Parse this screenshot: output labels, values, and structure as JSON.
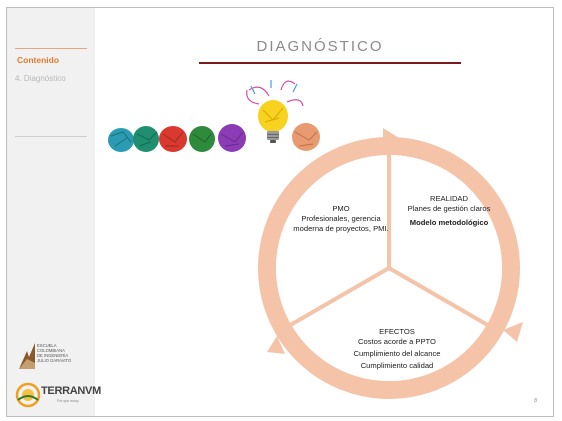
{
  "sidebar": {
    "section_title": "Contenido",
    "item": "4. Diagnóstico",
    "logo_ecij": [
      "ESCUELA",
      "COLOMBIANA",
      "DE INGENIERÍA",
      "JULIO GARAVITO"
    ],
    "logo_terranvm": "TERRANVM",
    "logo_terranvm_tagline": "Por que estoy"
  },
  "slide": {
    "title": "DIAGNÓSTICO",
    "page_number": "8"
  },
  "cycle": {
    "pmo": {
      "heading": "PMO",
      "text": "Profesionales, gerencia moderna de proyectos, PMI."
    },
    "realidad": {
      "heading": "REALIDAD",
      "text": "Planes de gestión claros",
      "bold_text": "Modelo metodológico"
    },
    "efectos": {
      "heading": "EFECTOS",
      "line1": "Costos acorde a PPTO",
      "line2": "Cumplimiento del alcance",
      "line3": "Cumplimiento calidad"
    }
  },
  "colors": {
    "accent_orange": "#e07b2e",
    "title_rule": "#7a1a1a",
    "cycle_fill": "#f4c3a8",
    "cycle_inner": "#fdf0e8"
  },
  "icons": [
    "crumpled-paper-balls",
    "lightbulb-icon",
    "cycle-arrow-icon"
  ]
}
